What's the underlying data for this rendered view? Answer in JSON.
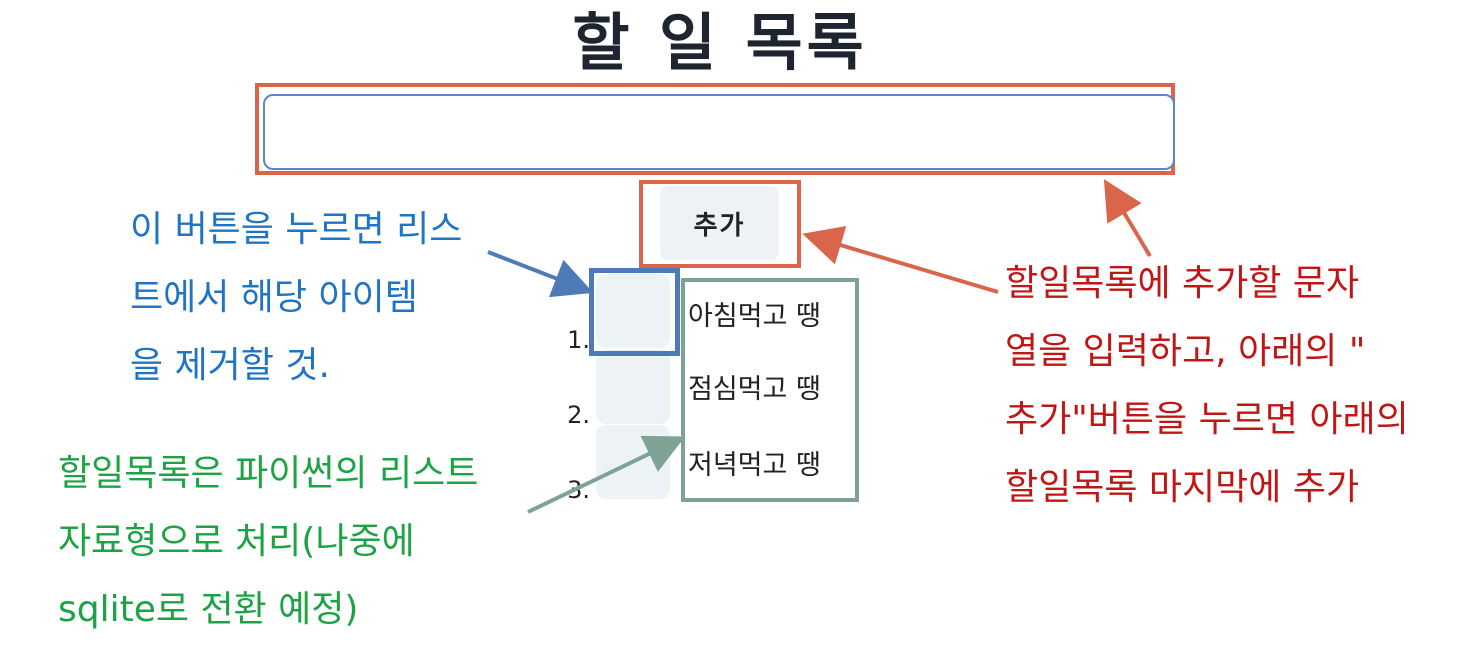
{
  "title": "할 일 목록",
  "input": {
    "value": "",
    "placeholder": ""
  },
  "add_button_label": "추가",
  "items": [
    {
      "number": "1.",
      "text": "아침먹고 땡"
    },
    {
      "number": "2.",
      "text": "점심먹고 땡"
    },
    {
      "number": "3.",
      "text": "저녁먹고 땡"
    }
  ],
  "annotations": {
    "blue": {
      "color": "#1f74c4",
      "lines": [
        "이 버튼을 누르면 리스",
        "트에서 해당 아이템",
        "을 제거할 것."
      ]
    },
    "red": {
      "color": "#c01616",
      "lines": [
        "할일목록에 추가할 문자",
        "열을 입력하고, 아래의 \"",
        "추가\"버튼을 누르면 아래의",
        "할일목록 마지막에 추가"
      ]
    },
    "green": {
      "color": "#1ea344",
      "lines": [
        "할일목록은 파이썬의 리스트",
        "자료형으로 처리(나중에",
        "sqlite로 전환 예정)"
      ]
    }
  },
  "colors": {
    "frame_orange": "#d9664a",
    "frame_blue": "#4f7ab8",
    "frame_green": "#7da394",
    "title": "#1e2530"
  }
}
